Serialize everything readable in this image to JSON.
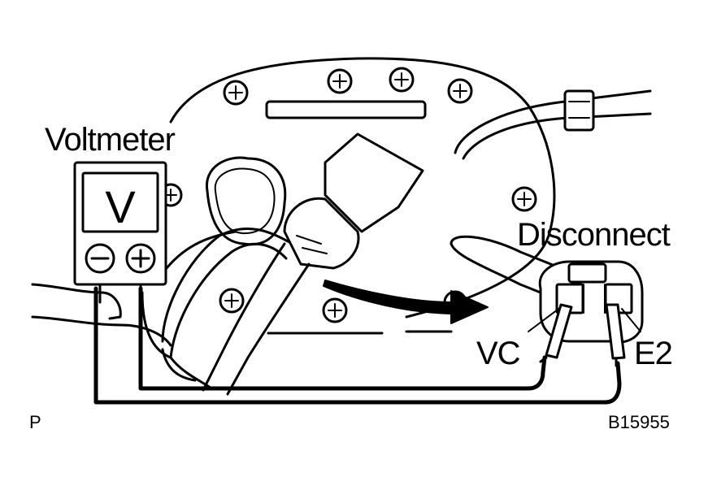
{
  "labels": {
    "voltmeter": "Voltmeter",
    "meter_symbol": "V",
    "disconnect": "Disconnect",
    "vc": "VC",
    "e2": "E2",
    "corner": "P",
    "figure_id": "B15955"
  }
}
